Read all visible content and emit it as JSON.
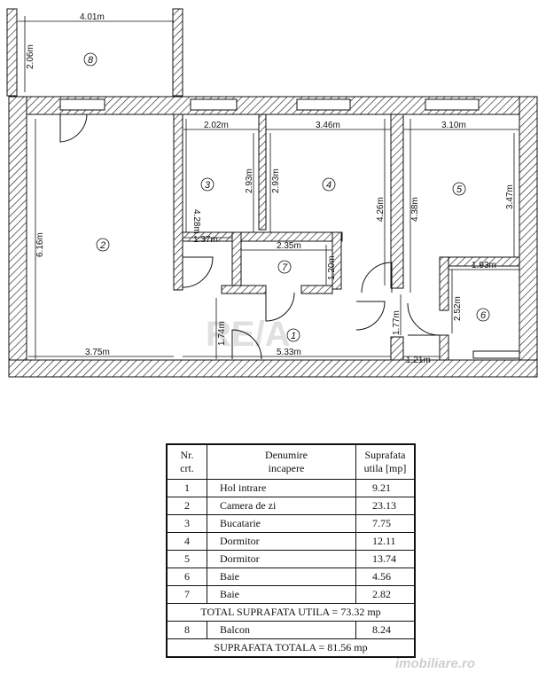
{
  "plan": {
    "rooms": [
      {
        "id": "1",
        "label": "1"
      },
      {
        "id": "2",
        "label": "2"
      },
      {
        "id": "3",
        "label": "3"
      },
      {
        "id": "4",
        "label": "4"
      },
      {
        "id": "5",
        "label": "5"
      },
      {
        "id": "6",
        "label": "6"
      },
      {
        "id": "7",
        "label": "7"
      },
      {
        "id": "8",
        "label": "8"
      }
    ],
    "dimensions": {
      "balcony_width": "4.01m",
      "balcony_depth": "2.06m",
      "living_height": "6.16m",
      "living_width": "3.75m",
      "kitchen_width": "2.02m",
      "kitchen_height": "4.28m",
      "kitchen_inner": "2.93m",
      "kitchen_lower": "1.37m",
      "bed4_width": "3.46m",
      "bed4_left": "2.93m",
      "bed4_right": "4.26m",
      "bed5_width": "3.10m",
      "bed5_left": "4.38m",
      "bed5_right": "3.47m",
      "bath7_width": "2.35m",
      "bath7_height": "1.20m",
      "hall_width": "5.33m",
      "hall_height": "1.74m",
      "bath6_width": "1.93m",
      "bath6_height": "2.52m",
      "corr_width": "1.21m",
      "corr_height": "1.77m"
    },
    "watermark": "RE/A"
  },
  "legend": {
    "headers": {
      "nr": "Nr.\ncrt.",
      "name": "Denumire\nincapere",
      "area": "Suprafata\nutila [mp]"
    },
    "rows": [
      {
        "nr": "1",
        "name": "Hol intrare",
        "area": "9.21"
      },
      {
        "nr": "2",
        "name": "Camera de zi",
        "area": "23.13"
      },
      {
        "nr": "3",
        "name": "Bucatarie",
        "area": "7.75"
      },
      {
        "nr": "4",
        "name": "Dormitor",
        "area": "12.11"
      },
      {
        "nr": "5",
        "name": "Dormitor",
        "area": "13.74"
      },
      {
        "nr": "6",
        "name": "Baie",
        "area": "4.56"
      },
      {
        "nr": "7",
        "name": "Baie",
        "area": "2.82"
      }
    ],
    "total_useful": "TOTAL SUPRAFATA UTILA = 73.32 mp",
    "balcony_row": {
      "nr": "8",
      "name": "Balcon",
      "area": "8.24"
    },
    "total_area": "SUPRAFATA TOTALA = 81.56 mp"
  },
  "site_watermark": "imobiliare.ro"
}
